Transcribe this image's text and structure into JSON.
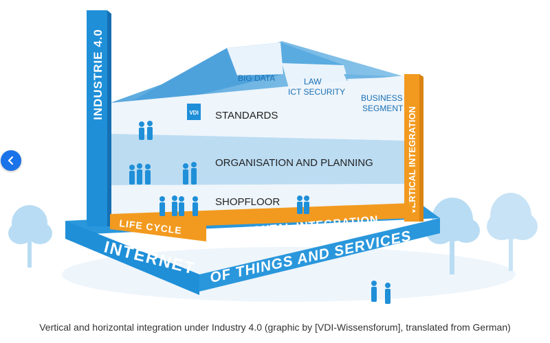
{
  "diagram": {
    "pillar_label": "INDUSTRIE 4.0",
    "roof_labels": {
      "big_data": "BIG DATA",
      "law": "LAW",
      "ict_security": "ICT SECURITY",
      "business": "BUSINESS",
      "segment": "SEGMENT"
    },
    "vdi_logo": "VDI",
    "floors": {
      "standards": "STANDARDS",
      "organisation": "ORGANISATION AND PLANNING",
      "shopfloor": "SHOPFLOOR"
    },
    "vertical_integration": "VERTICAL INTEGRATION",
    "life_cycle": "LIFE CYCLE",
    "horizontal_integration": "HORIZONTAL INTEGRATION",
    "internet": "INTERNET",
    "things_services": "OF THINGS AND SERVICES",
    "colors": {
      "blue": "#1f8fd8",
      "dark_blue": "#1671b8",
      "orange": "#f29a1f",
      "light_blue": "#bcdcf2",
      "tree": "#b8dcf3"
    }
  },
  "caption": "Vertical and horizontal integration under Industry 4.0 (graphic by [VDI-Wissensforum], translated from German)",
  "nav": {
    "prev_icon": "chevron-left-icon"
  }
}
